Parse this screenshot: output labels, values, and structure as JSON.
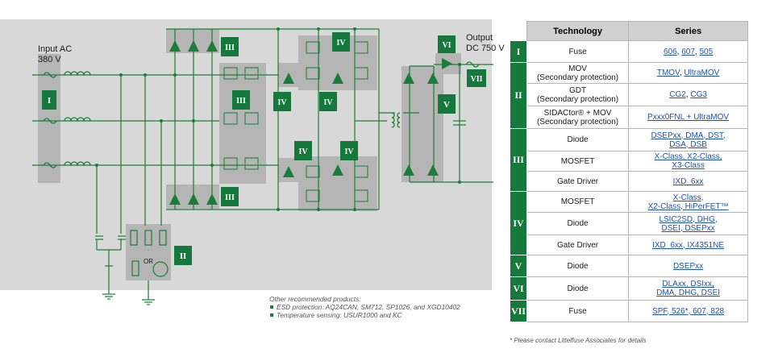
{
  "colors": {
    "panel": "#d8d8d8",
    "circuit": "#1a7d3a",
    "badge": "#14793b",
    "highlight": "#b5b5b5",
    "link": "#1f53b5"
  },
  "diagram": {
    "input_label_line1": "Input AC",
    "input_label_line2": "380 V",
    "output_label_line1": "Output",
    "output_label_line2": "DC 750 V",
    "or_label": "OR",
    "badges": {
      "fuse": "I",
      "protection": "II",
      "rectifier": "III",
      "inverter": "IV",
      "output_rectifier": "V",
      "output_diode": "VI",
      "output_fuse": "VII"
    }
  },
  "notes": {
    "title": "Other recommended products:",
    "items": [
      "ESD protection: AQ24CAN,  SM712, SP1026,  and XGD10402",
      "Temperature  sensing: USUR1000 and KC"
    ]
  },
  "table": {
    "headers": {
      "technology": "Technology",
      "series": "Series"
    },
    "rows": [
      {
        "cat": "I",
        "tech": "Fuse",
        "series": [
          "606",
          "607",
          "505"
        ]
      },
      {
        "cat": "II",
        "tech": "MOV\n(Secondary protection)",
        "series": [
          "TMOV",
          "UltraMOV"
        ]
      },
      {
        "tech": "GDT\n(Secondary protection)",
        "series": [
          "CG2",
          "CG3"
        ]
      },
      {
        "tech": "SIDACtor® + MOV\n(Secondary protection)",
        "series_text": "Pxxx0FNL + UltraMOV"
      },
      {
        "cat": "III",
        "tech": "Diode",
        "series_text": "DSEPxx, DMA, DST,\nDSA, DSB"
      },
      {
        "tech": "MOSFET",
        "series_text": "X-Class, X2-Class,\nX3-Class"
      },
      {
        "tech": "Gate Driver",
        "series_text": "IXD_6xx"
      },
      {
        "cat": "IV",
        "tech": "MOSFET",
        "series_text": "X-Class,\nX2-Class, HiPerFET™"
      },
      {
        "tech": "Diode",
        "series_text": "LSIC2SD,  DHG,\nDSEI,  DSEPxx"
      },
      {
        "tech": "Gate Driver",
        "series_text": "IXD_6xx, IX4351NE"
      },
      {
        "cat": "V",
        "tech": "Diode",
        "series_text": "DSEPxx"
      },
      {
        "cat": "VI",
        "tech": "Diode",
        "series_text": "DLAxx, DSIxx,\nDMA, DHG, DSEI"
      },
      {
        "cat": "VII",
        "tech": "Fuse",
        "series_text": "SPF,  526*, 607, 828"
      }
    ],
    "footnote": "* Please contact Littelfuse Associates for details"
  }
}
